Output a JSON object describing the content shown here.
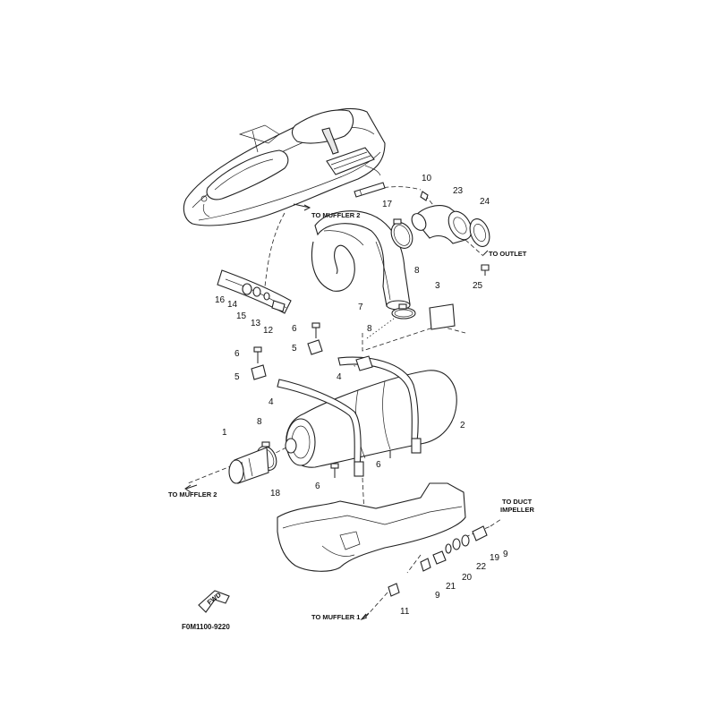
{
  "diagram": {
    "code": "F0M1100-9220",
    "fwd": "FWD",
    "labels": {
      "to_muffler_2_top": "TO MUFFLER 2",
      "to_muffler_2_left": "TO MUFFLER 2",
      "to_muffler_1": "TO MUFFLER 1",
      "to_outlet": "TO OUTLET",
      "to_duct_line1": "TO DUCT",
      "to_duct_line2": "IMPELLER"
    },
    "parts": [
      {
        "id": "1",
        "text": "1"
      },
      {
        "id": "2",
        "text": "2"
      },
      {
        "id": "3",
        "text": "3"
      },
      {
        "id": "4a",
        "text": "4"
      },
      {
        "id": "4b",
        "text": "4"
      },
      {
        "id": "5a",
        "text": "5"
      },
      {
        "id": "5b",
        "text": "5"
      },
      {
        "id": "6a",
        "text": "6"
      },
      {
        "id": "6b",
        "text": "6"
      },
      {
        "id": "6c",
        "text": "6"
      },
      {
        "id": "6d",
        "text": "6"
      },
      {
        "id": "7",
        "text": "7"
      },
      {
        "id": "8a",
        "text": "8"
      },
      {
        "id": "8b",
        "text": "8"
      },
      {
        "id": "8c",
        "text": "8"
      },
      {
        "id": "9a",
        "text": "9"
      },
      {
        "id": "9b",
        "text": "9"
      },
      {
        "id": "10",
        "text": "10"
      },
      {
        "id": "11",
        "text": "11"
      },
      {
        "id": "12",
        "text": "12"
      },
      {
        "id": "13",
        "text": "13"
      },
      {
        "id": "14",
        "text": "14"
      },
      {
        "id": "15",
        "text": "15"
      },
      {
        "id": "16",
        "text": "16"
      },
      {
        "id": "17",
        "text": "17"
      },
      {
        "id": "18",
        "text": "18"
      },
      {
        "id": "19",
        "text": "19"
      },
      {
        "id": "20",
        "text": "20"
      },
      {
        "id": "21",
        "text": "21"
      },
      {
        "id": "22",
        "text": "22"
      },
      {
        "id": "23",
        "text": "23"
      },
      {
        "id": "24",
        "text": "24"
      },
      {
        "id": "25",
        "text": "25"
      }
    ]
  }
}
